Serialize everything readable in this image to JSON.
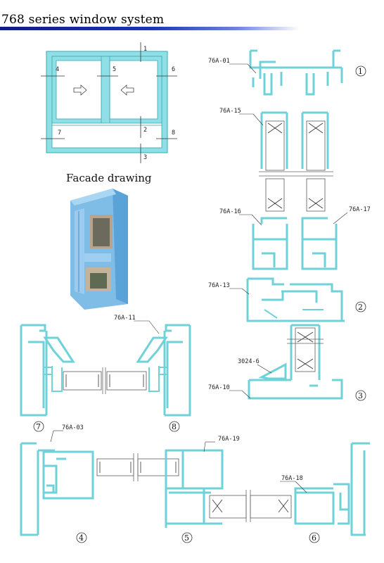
{
  "title": "768 series window system",
  "facade_caption": "Facade drawing",
  "colors": {
    "profile": "#6fd2d8",
    "header_bar_start": "#0b1d8a",
    "header_bar_end": "#ffffff",
    "frame_fill": "#8fe0e6"
  },
  "elevation": {
    "section_marks": [
      "1",
      "2",
      "3",
      "4",
      "5",
      "6",
      "7",
      "8"
    ],
    "sash_arrows": [
      "arrow-right-icon",
      "arrow-left-icon"
    ]
  },
  "profiles": {
    "p01": "76A-01",
    "p15": "76A-15",
    "p16": "76A-16",
    "p17": "76A-17",
    "p13": "76A-13",
    "p6": "3024-6",
    "p10": "76A-10",
    "p11": "76A-11",
    "p03": "76A-03",
    "p19": "76A-19",
    "p18": "76A-18"
  },
  "sections": {
    "s1": "1",
    "s2": "2",
    "s3": "3",
    "s4": "4",
    "s5": "5",
    "s6": "6",
    "s7": "7",
    "s8": "8"
  }
}
